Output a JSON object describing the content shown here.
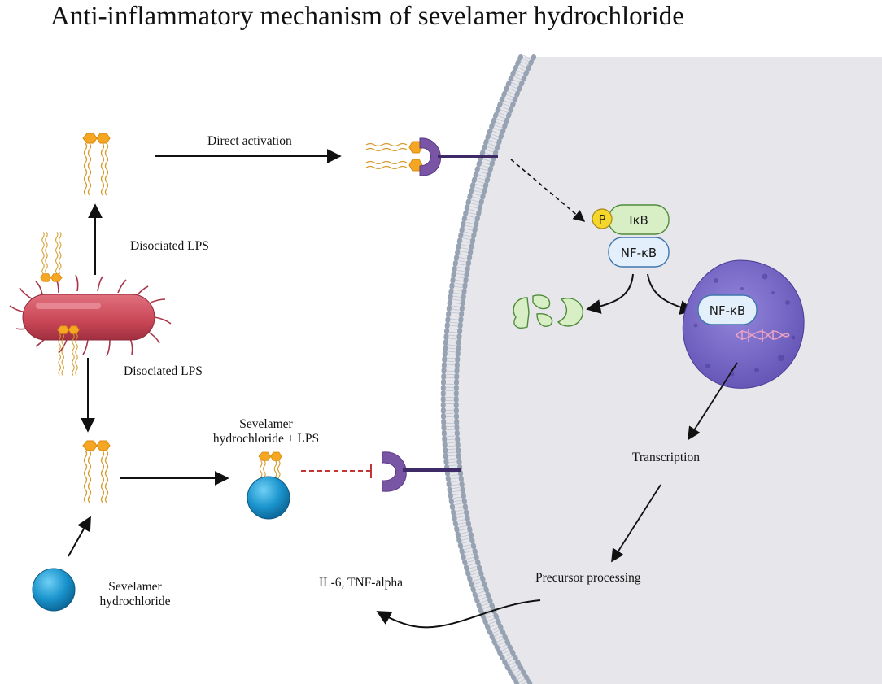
{
  "title": "Anti-inflammatory mechanism of sevelamer hydrochloride",
  "labels": {
    "direct_activation": "Direct activation",
    "dissociated_lps_top": "Disociated LPS",
    "dissociated_lps_bottom": "Disociated LPS",
    "complex_line1": "Sevelamer",
    "complex_line2": "hydrochloride + LPS",
    "sevelamer_line1": "Sevelamer",
    "sevelamer_line2": "hydrochloride",
    "transcription": "Transcription",
    "precursor_processing": "Precursor processing",
    "cytokines": "IL-6, TNF-alpha"
  },
  "nodes": {
    "phospho": "P",
    "ikb": "IκB",
    "nfkb_cytoplasm": "NF-κB",
    "nfkb_nucleus": "NF-κB"
  },
  "colors": {
    "lps_head": "#f5a623",
    "lps_tail": "#d69a2d",
    "bacterium": "#cf4f60",
    "receptor": "#7a55a5",
    "sevelamer_bead": "#1a93cc",
    "cell_fill": "#e7e7eb",
    "membrane_dot": "#97a3b2",
    "nfkb_fill": "#e3f0fb",
    "nfkb_stroke": "#3f77ad",
    "ikb_fill": "#d8efc6",
    "ikb_stroke": "#4f8a3a",
    "phospho_fill": "#f5d62b",
    "nucleus": "#7a6bc9",
    "inhibit": "#c43535"
  },
  "icons": [
    "bacterium-icon",
    "lps-icon",
    "tlr4-receptor-icon",
    "sevelamer-bead-icon",
    "degraded-ikb-icon",
    "nucleus-icon",
    "dna-icon"
  ]
}
